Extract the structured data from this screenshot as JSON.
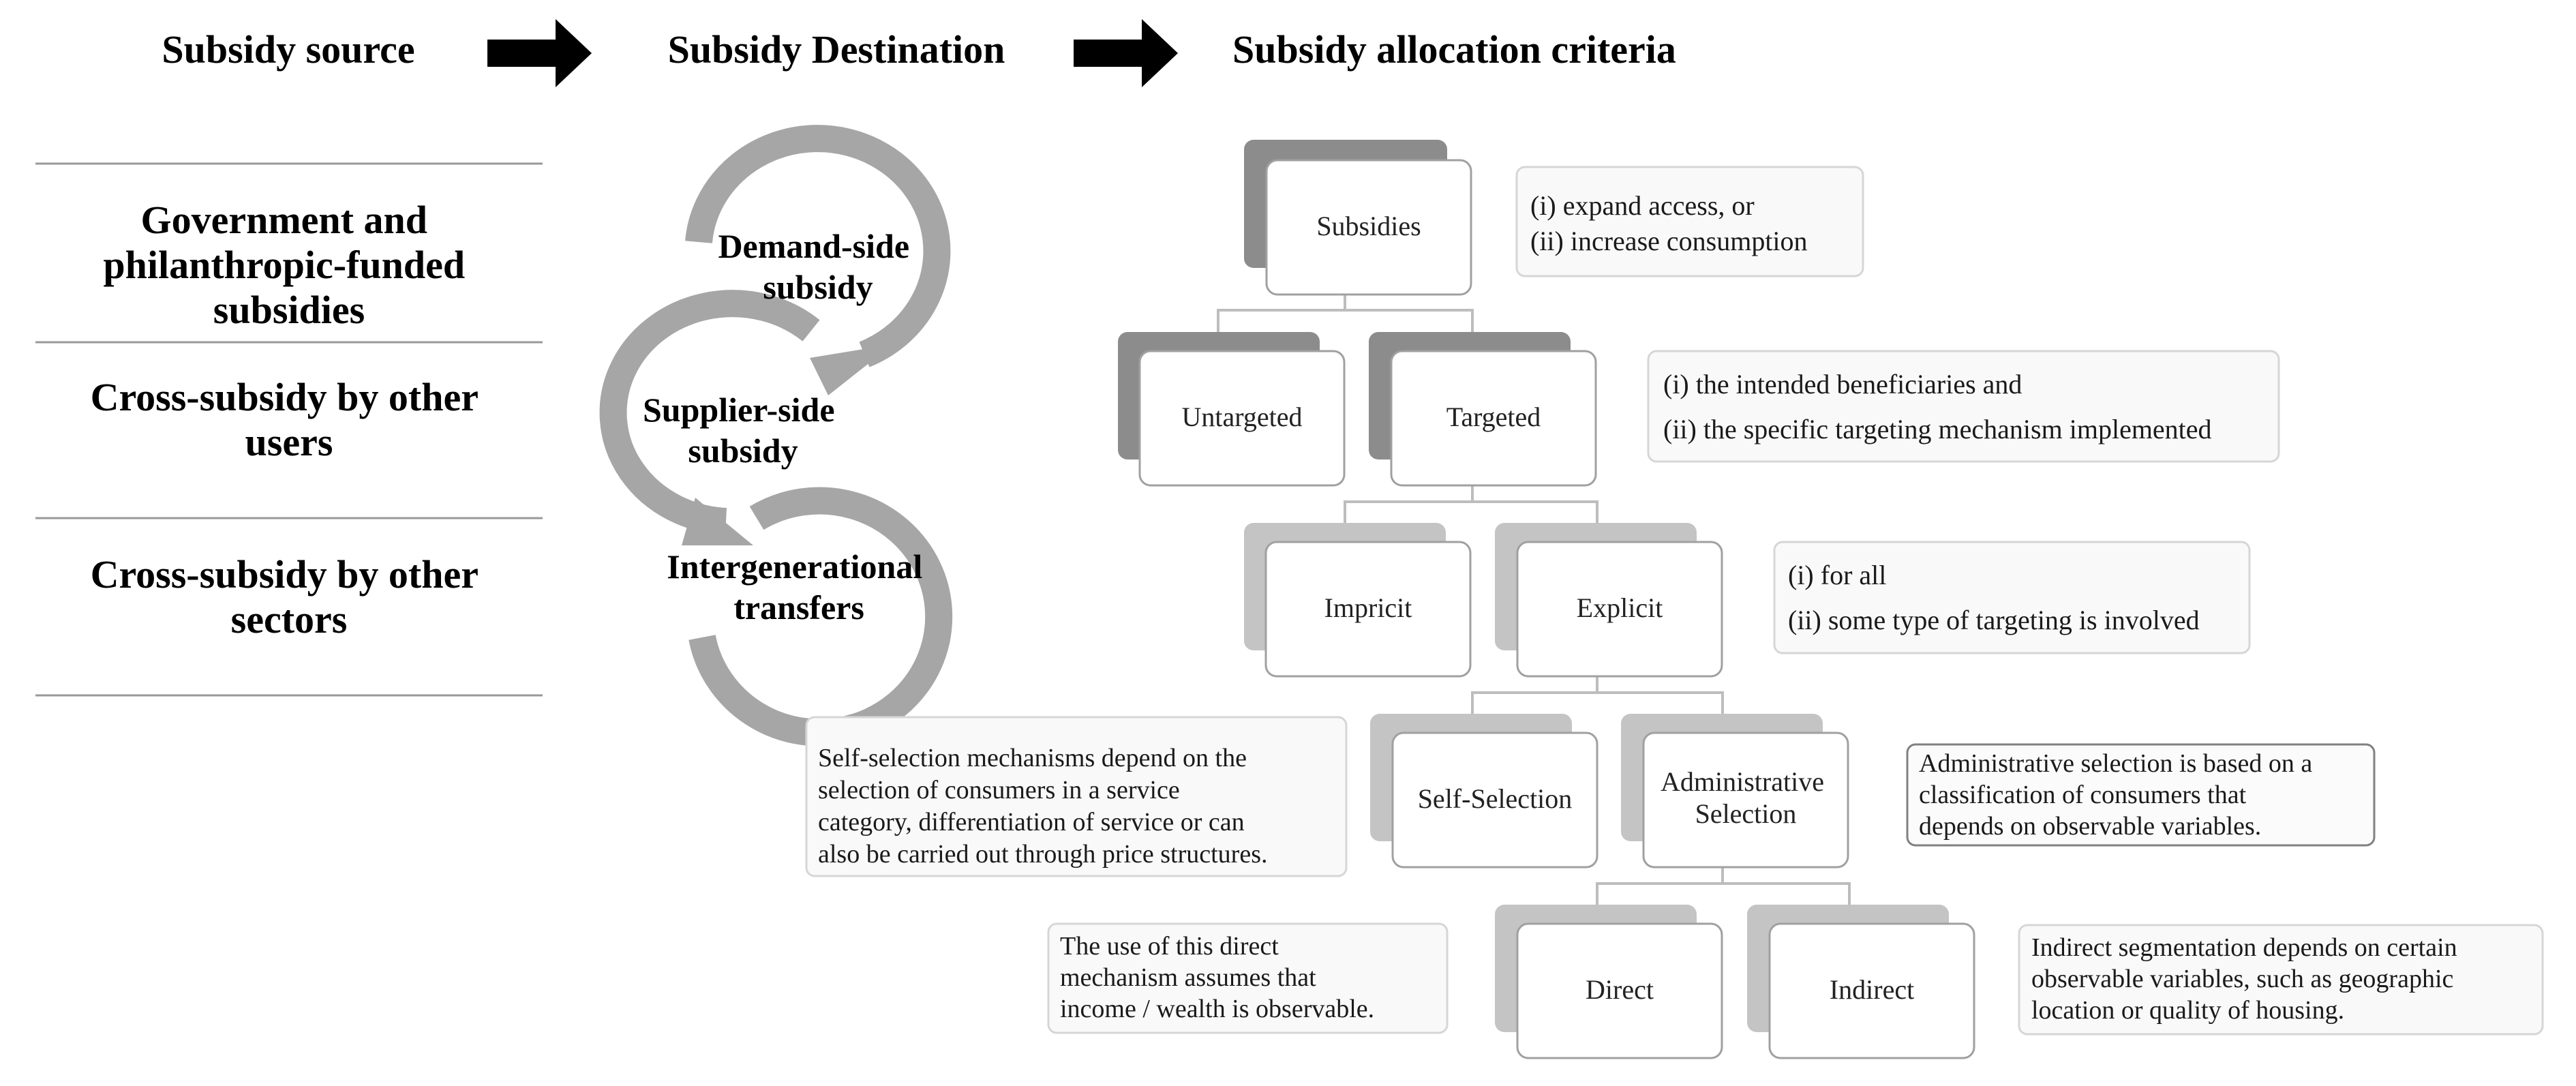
{
  "headers": {
    "source": "Subsidy source",
    "destination": "Subsidy Destination",
    "criteria": "Subsidy allocation criteria"
  },
  "sources": [
    [
      "Government and",
      "philanthropic-funded",
      "subsidies"
    ],
    [
      "Cross-subsidy by other",
      "users"
    ],
    [
      "Cross-subsidy by other",
      "sectors"
    ]
  ],
  "destinations": [
    [
      "Demand-side",
      "subsidy"
    ],
    [
      "Supplier-side",
      "subsidy"
    ],
    [
      "Intergenerational",
      "transfers"
    ]
  ],
  "nodes": {
    "subsidies": [
      "Subsidies"
    ],
    "untargeted": [
      "Untargeted"
    ],
    "targeted": [
      "Targeted"
    ],
    "impricit": [
      "Impricit"
    ],
    "explicit": [
      "Explicit"
    ],
    "self_selection": [
      "Self-Selection"
    ],
    "administrative_selection": [
      "Administrative",
      "Selection"
    ],
    "direct": [
      "Direct"
    ],
    "indirect": [
      "Indirect"
    ]
  },
  "notes": {
    "subsidies": [
      "(i) expand access, or",
      "(ii) increase consumption"
    ],
    "targeted": [
      "(i) the intended beneficiaries and",
      "(ii) the specific targeting mechanism implemented"
    ],
    "explicit": [
      "(i) for all",
      "(ii) some type of targeting is involved"
    ],
    "self_selection": [
      "Self-selection mechanisms depend on the",
      "selection of consumers in a service",
      "category, differentiation of service or can",
      "also be carried out through price structures."
    ],
    "administrative": [
      "Administrative selection is based on a",
      "classification of consumers that",
      "depends on observable variables."
    ],
    "direct": [
      "The use of this direct",
      "mechanism assumes that",
      "income / wealth is observable."
    ],
    "indirect": [
      "Indirect segmentation depends on certain",
      "observable variables, such as geographic",
      "location or quality of housing."
    ]
  },
  "colors": {
    "arrow": "#000000",
    "node_shadow_dark": "#8c8c8c",
    "node_shadow_light": "#c4c4c4",
    "node_fill": "#ffffff",
    "circular_arrows": "#a6a6a6",
    "note_border": "#d6d6d6",
    "note_border_dark": "#808080"
  },
  "icons": {
    "header_arrow": "right-block-arrow-icon",
    "cycle": "circular-arrow-icon"
  }
}
